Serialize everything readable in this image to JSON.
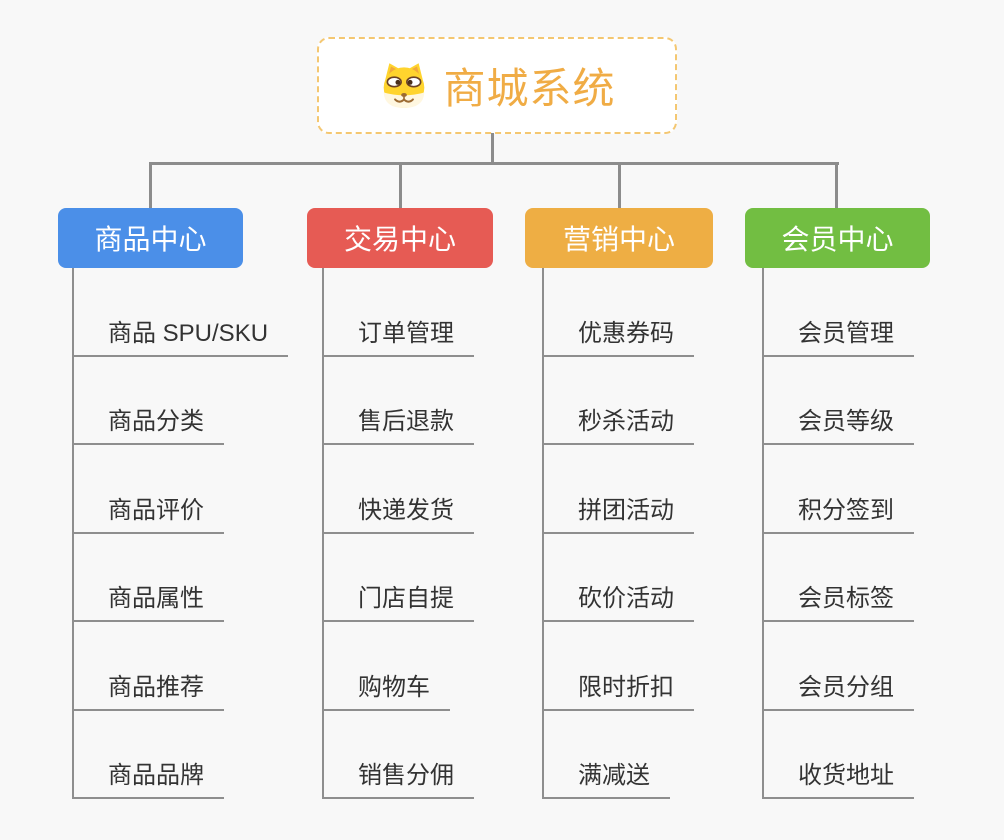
{
  "root": {
    "title": "商城系统",
    "icon": "doge-icon"
  },
  "theme": {
    "background": "#f8f8f8",
    "connector_color": "#8c8c8c",
    "underline_color": "#8e8e8e",
    "root_text_color": "#f0ac45",
    "root_border_color": "#f4c771",
    "leaf_text_color": "#333333"
  },
  "branches": [
    {
      "label": "商品中心",
      "color": "#4b8fe8",
      "items": [
        "商品 SPU/SKU",
        "商品分类",
        "商品评价",
        "商品属性",
        "商品推荐",
        "商品品牌"
      ]
    },
    {
      "label": "交易中心",
      "color": "#e65b54",
      "items": [
        "订单管理",
        "售后退款",
        "快递发货",
        "门店自提",
        "购物车",
        "销售分佣"
      ]
    },
    {
      "label": "营销中心",
      "color": "#eeae44",
      "items": [
        "优惠券码",
        "秒杀活动",
        "拼团活动",
        "砍价活动",
        "限时折扣",
        "满减送"
      ]
    },
    {
      "label": "会员中心",
      "color": "#72be42",
      "items": [
        "会员管理",
        "会员等级",
        "积分签到",
        "会员标签",
        "会员分组",
        "收货地址"
      ]
    }
  ]
}
